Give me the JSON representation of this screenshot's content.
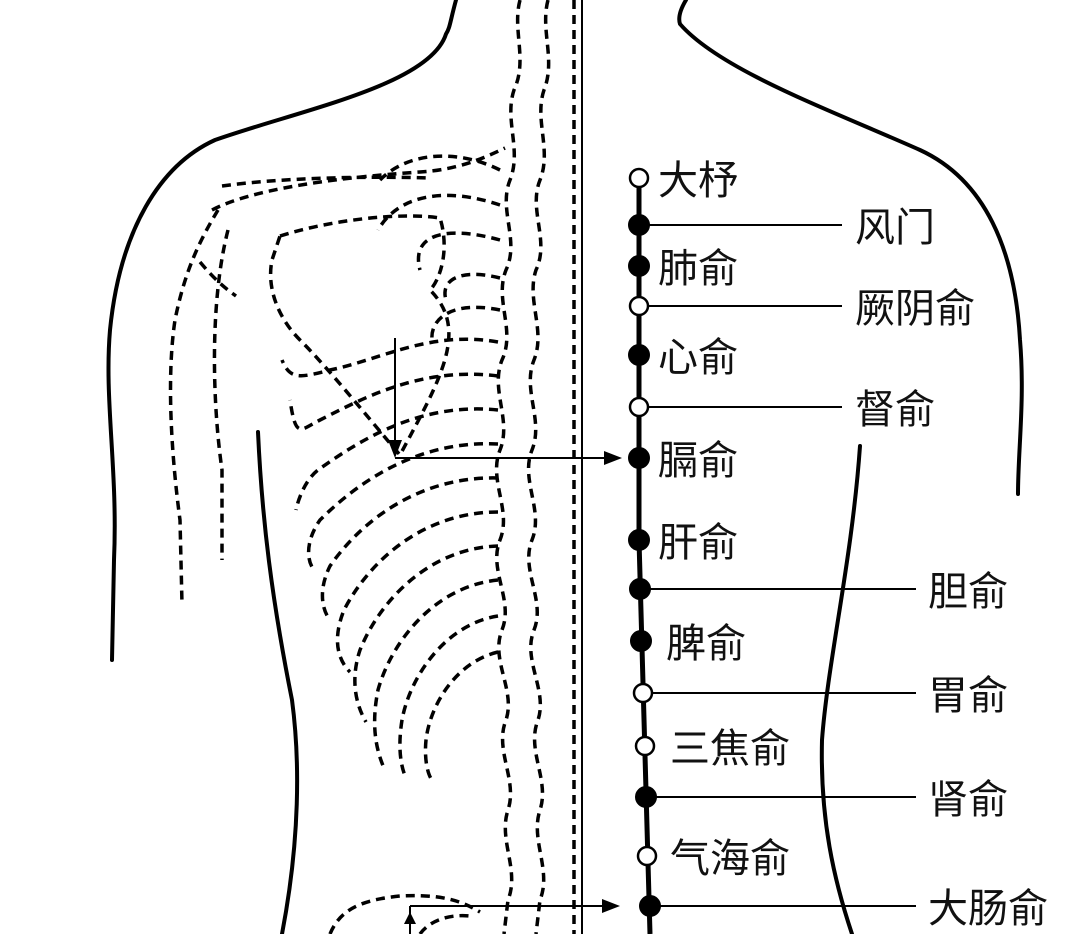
{
  "points": [
    {
      "id": "dazhu",
      "label": "大杼",
      "filled": false
    },
    {
      "id": "fengmen",
      "label": "风门",
      "filled": true
    },
    {
      "id": "feishu",
      "label": "肺俞",
      "filled": true
    },
    {
      "id": "jueyinshu",
      "label": "厥阴俞",
      "filled": false
    },
    {
      "id": "xinshu",
      "label": "心俞",
      "filled": true
    },
    {
      "id": "dushu",
      "label": "督俞",
      "filled": false
    },
    {
      "id": "geshu",
      "label": "膈俞",
      "filled": true
    },
    {
      "id": "ganshu",
      "label": "肝俞",
      "filled": true
    },
    {
      "id": "danshu",
      "label": "胆俞",
      "filled": true
    },
    {
      "id": "pishu",
      "label": "脾俞",
      "filled": true
    },
    {
      "id": "weishu",
      "label": "胃俞",
      "filled": false
    },
    {
      "id": "sanjiaoshu",
      "label": "三焦俞",
      "filled": false
    },
    {
      "id": "shenshu",
      "label": "肾俞",
      "filled": true
    },
    {
      "id": "qihaishu",
      "label": "气海俞",
      "filled": false
    },
    {
      "id": "dachangshu",
      "label": "大肠俞",
      "filled": true
    }
  ]
}
